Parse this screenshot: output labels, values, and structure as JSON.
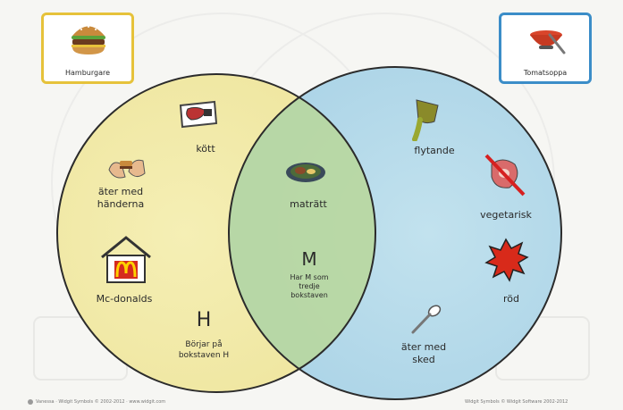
{
  "cards": {
    "left": {
      "label": "Hamburgare",
      "border_color": "#e6c23a"
    },
    "right": {
      "label": "Tomatsoppa",
      "border_color": "#3b8dc8"
    }
  },
  "left_set": {
    "color": "#f3eaa8",
    "items": [
      "kött",
      "äter med\nhänderna",
      "Mc-donalds"
    ],
    "letter": "H",
    "letter_caption": "Börjar på\nbokstaven H"
  },
  "intersection": {
    "items": [
      "maträtt"
    ],
    "letter": "M",
    "letter_caption": "Har M som\ntredje\nbokstaven"
  },
  "right_set": {
    "color": "#b9dcec",
    "items": [
      "flytande",
      "vegetarisk",
      "röd",
      "äter med\nsked"
    ]
  },
  "footer": {
    "left": "Vanessa · Widgit Symbols © 2002-2012 · www.widgit.com",
    "right": "Widgit Symbols © Widgit Software 2002-2012"
  },
  "icons": [
    "hamburger-icon",
    "soup-bowl-icon",
    "meat-package-icon",
    "hands-eating-icon",
    "mcdonalds-house-icon",
    "dinner-plate-icon",
    "pouring-liquid-icon",
    "crossed-meat-icon",
    "red-splash-icon",
    "spoon-icon"
  ]
}
